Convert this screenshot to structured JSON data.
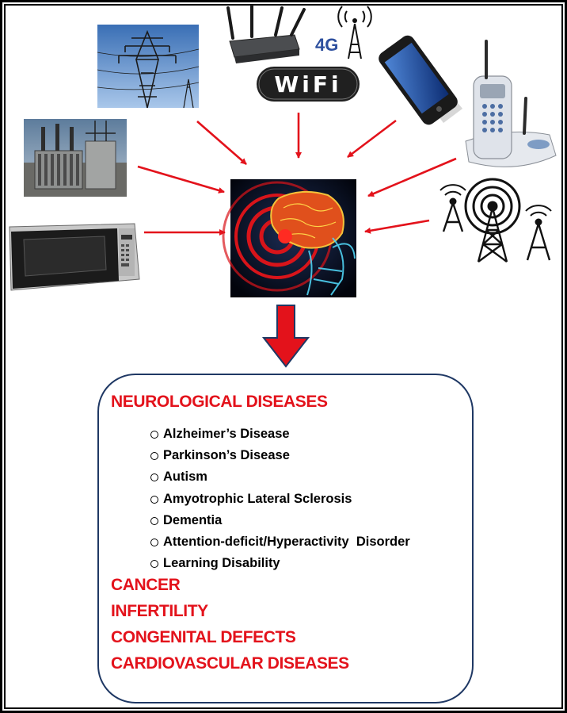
{
  "source_icons": [
    "power-lines",
    "transformer-substation",
    "microwave-oven",
    "wifi-router",
    "cell-tower-4g",
    "mobile-phone",
    "cordless-phone",
    "radio-towers"
  ],
  "labels": {
    "network": "4G",
    "wifi": "WiFi"
  },
  "center_image": "brain-radiation",
  "colors": {
    "arrow": "#e3121b",
    "heading": "#e3121b",
    "box_border": "#1f3864",
    "text": "#000000"
  },
  "diagram": {
    "main_heading": "NEUROLOGICAL DISEASES",
    "neurological_items": [
      "Alzheimer’s Disease",
      "Parkinson’s Disease",
      "Autism",
      "Amyotrophic Lateral Sclerosis",
      "Dementia",
      "Attention-deficit/Hyperactivity  Disorder",
      "Learning Disability"
    ],
    "other_headings": [
      "CANCER",
      "INFERTILITY",
      "CONGENITAL DEFECTS",
      "CARDIOVASCULAR DISEASES"
    ]
  }
}
